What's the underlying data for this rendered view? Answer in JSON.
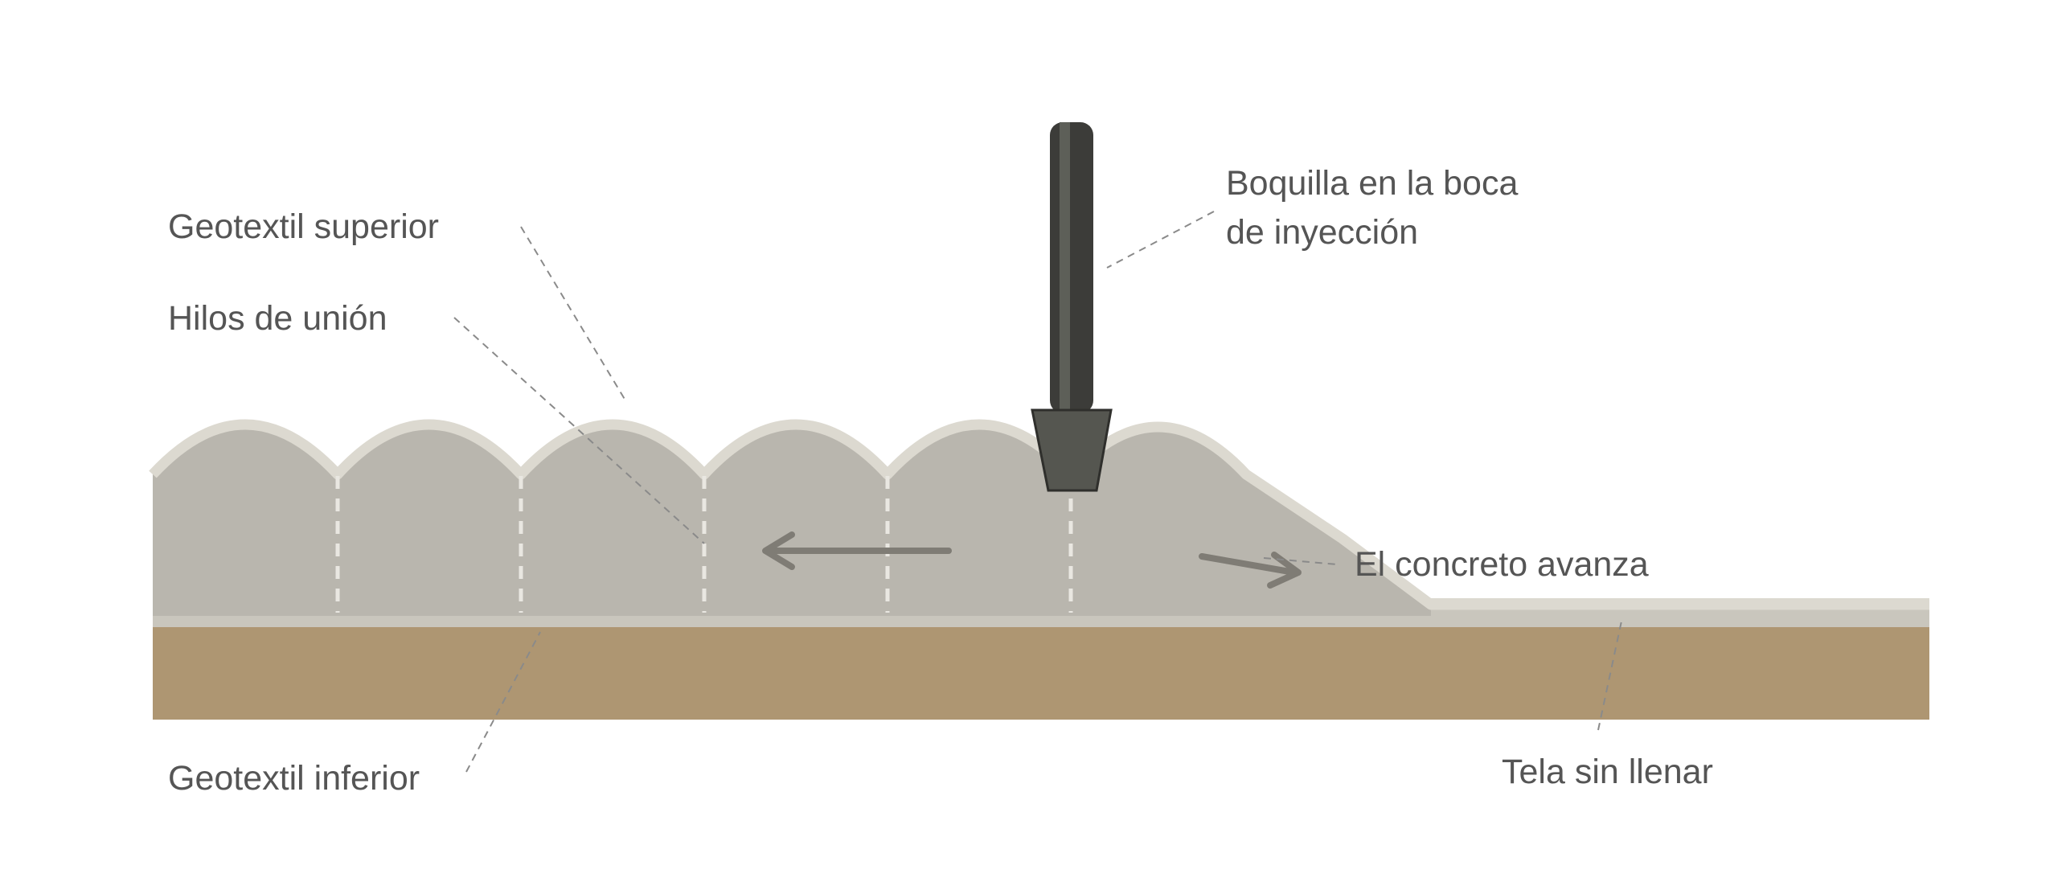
{
  "labels": {
    "top_geotextile": "Geotextil superior",
    "binding_threads": "Hilos de unión",
    "nozzle_line1": "Boquilla en la boca",
    "nozzle_line2": "de inyección",
    "concrete_advances": "El concreto avanza",
    "bottom_geotextile": "Geotextil inferior",
    "unfilled_fabric": "Tela sin llenar"
  },
  "colors": {
    "background": "#ffffff",
    "ground": "#ae9672",
    "concrete_fill": "#b9b6ae",
    "geotextile": "#dcd9d0",
    "thread": "#e9e7e1",
    "nozzle_body": "#3c3c39",
    "nozzle_stripe": "#5d5f58",
    "nozzle_tip": "#555650",
    "arrow": "#7f7c75",
    "label_text": "#555555",
    "leader_line": "#8a8a8a"
  },
  "icons": {
    "flow_left": "arrow-left-icon",
    "flow_right": "arrow-right-icon"
  }
}
